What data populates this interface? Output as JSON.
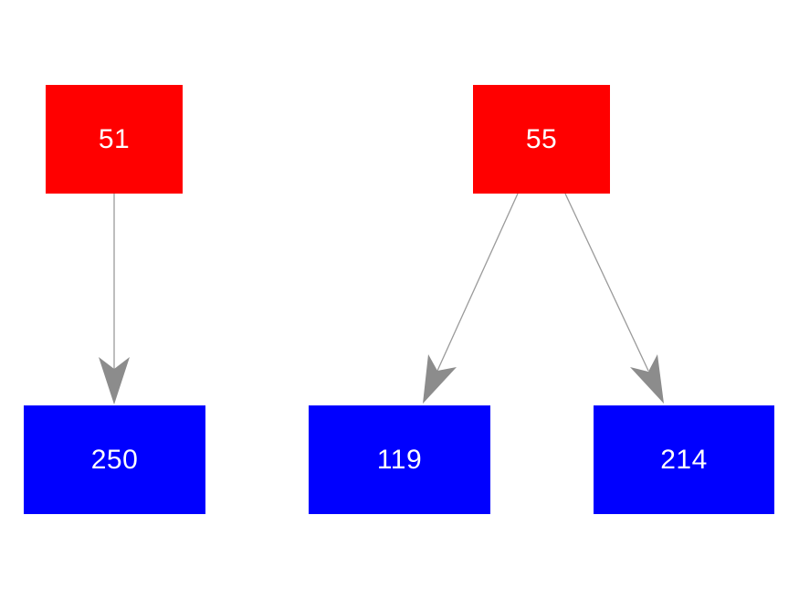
{
  "diagram": {
    "type": "tree",
    "background": "#ffffff",
    "parent_fill": "#ff0000",
    "child_fill": "#0000ff",
    "label_color": "#ffffff",
    "edge_color": "#9a9a9a",
    "arrowhead_color": "#8c8c8c",
    "nodes": [
      {
        "id": "51",
        "label": "51",
        "role": "parent",
        "fill": "#ff0000"
      },
      {
        "id": "55",
        "label": "55",
        "role": "parent",
        "fill": "#ff0000"
      },
      {
        "id": "250",
        "label": "250",
        "role": "child",
        "fill": "#0000ff"
      },
      {
        "id": "119",
        "label": "119",
        "role": "child",
        "fill": "#0000ff"
      },
      {
        "id": "214",
        "label": "214",
        "role": "child",
        "fill": "#0000ff"
      }
    ],
    "edges": [
      {
        "from": "51",
        "to": "250"
      },
      {
        "from": "55",
        "to": "119"
      },
      {
        "from": "55",
        "to": "214"
      }
    ]
  }
}
